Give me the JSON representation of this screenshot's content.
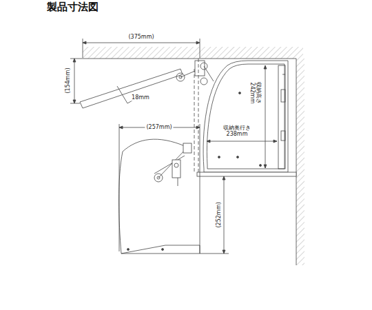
{
  "diagram": {
    "title": "製品寸法図",
    "labels": [
      "(375mm)",
      "(154mm)",
      "18mm",
      "収納高さ 242mm",
      "(257mm)",
      "収納奥行き 238mm",
      "(252mm)"
    ]
  }
}
